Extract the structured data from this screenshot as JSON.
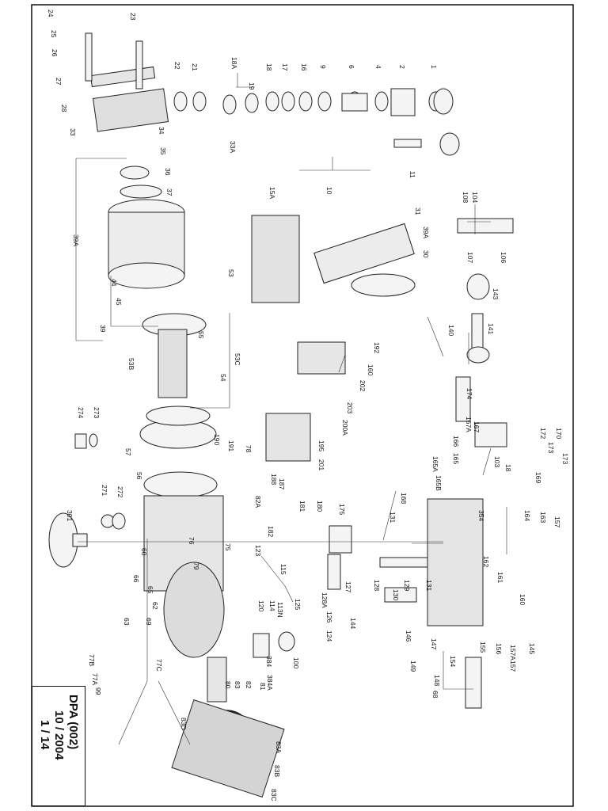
{
  "title_block": {
    "line1": "DPA     (002)",
    "line2": "10 / 2004",
    "line3": "1 / 14"
  },
  "callouts": [
    "24",
    "25",
    "26",
    "23",
    "27",
    "28",
    "33",
    "34",
    "35",
    "36",
    "37",
    "39A",
    "39",
    "44",
    "45",
    "55",
    "53B",
    "53C",
    "54",
    "22",
    "21",
    "18A",
    "19",
    "18",
    "17",
    "16",
    "9",
    "6",
    "4",
    "2",
    "1",
    "11",
    "15A",
    "10",
    "33A",
    "31",
    "39A",
    "30",
    "53",
    "104",
    "108",
    "107",
    "106",
    "143",
    "141",
    "140",
    "192",
    "160",
    "202",
    "203",
    "200A",
    "195",
    "201",
    "174",
    "167",
    "167A",
    "166",
    "165",
    "165A",
    "165B",
    "103",
    "172",
    "173",
    "170",
    "18",
    "169",
    "173",
    "274",
    "273",
    "57",
    "190",
    "191",
    "78",
    "56",
    "188",
    "187",
    "82A",
    "182",
    "181",
    "180",
    "175",
    "168",
    "131",
    "354",
    "164",
    "163",
    "157",
    "301",
    "271",
    "272",
    "60",
    "76",
    "75",
    "123",
    "127",
    "128",
    "129",
    "131",
    "130",
    "161",
    "162",
    "160",
    "66",
    "65",
    "62",
    "69",
    "79",
    "115",
    "120",
    "114",
    "113N",
    "125",
    "128A",
    "126",
    "124",
    "144",
    "146",
    "147",
    "154",
    "155",
    "156",
    "157A",
    "157",
    "145",
    "149",
    "148",
    "68",
    "63",
    "77C",
    "77B",
    "77A",
    "99",
    "384",
    "384A",
    "81",
    "82",
    "83",
    "80",
    "100",
    "83D",
    "83A",
    "83B",
    "83C"
  ]
}
